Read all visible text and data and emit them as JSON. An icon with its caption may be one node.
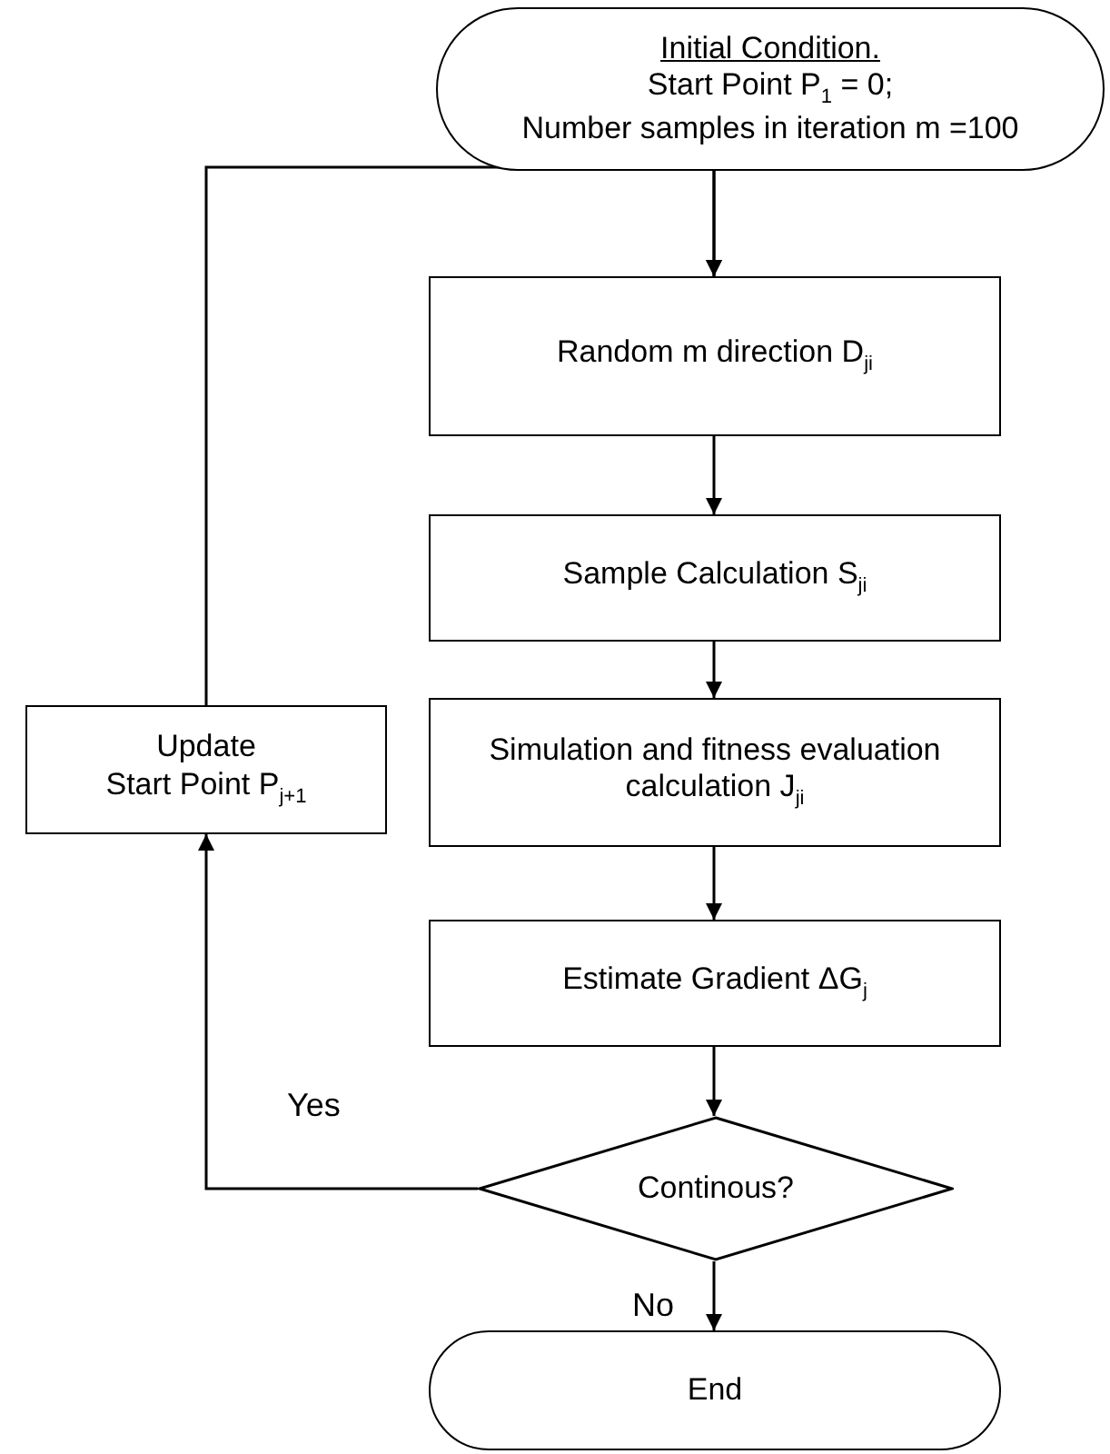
{
  "diagram": {
    "nodes": [
      {
        "text": [
          "Initial Condition.",
          "Start Point P$_{1}$ = 0;",
          "Number samples in iteration m =100"
        ]
      },
      {
        "text": [
          "Random m direction D$_{ji}$"
        ]
      },
      {
        "text": [
          "Sample Calculation S$_{ji}$"
        ]
      },
      {
        "text": [
          "Simulation and fitness evaluation calculation J$_{ji}$"
        ]
      },
      {
        "text": [
          "Update",
          "Start Point P$_{j+1}$"
        ]
      },
      {
        "text": [
          "Estimate Gradient ΔG$_{j}$"
        ]
      },
      {
        "text": [
          "Continous?"
        ]
      },
      {
        "text": [
          "End"
        ]
      }
    ],
    "edges": [
      {
        "from": 0,
        "to": 1,
        "arrow": "to"
      },
      {
        "from": 1,
        "to": 2,
        "arrow": "to"
      },
      {
        "from": 2,
        "to": 3,
        "arrow": "to"
      },
      {
        "from": 3,
        "to": 5,
        "arrow": "to"
      },
      {
        "from": 5,
        "to": 6,
        "arrow": "to"
      },
      {
        "from": 6,
        "to": 7,
        "arrow": "to",
        "label": "No"
      },
      {
        "from": 6,
        "to": 4,
        "arrow": "to",
        "label": "Yes"
      },
      {
        "from": 4,
        "to": 1,
        "arrow": "to"
      }
    ]
  }
}
